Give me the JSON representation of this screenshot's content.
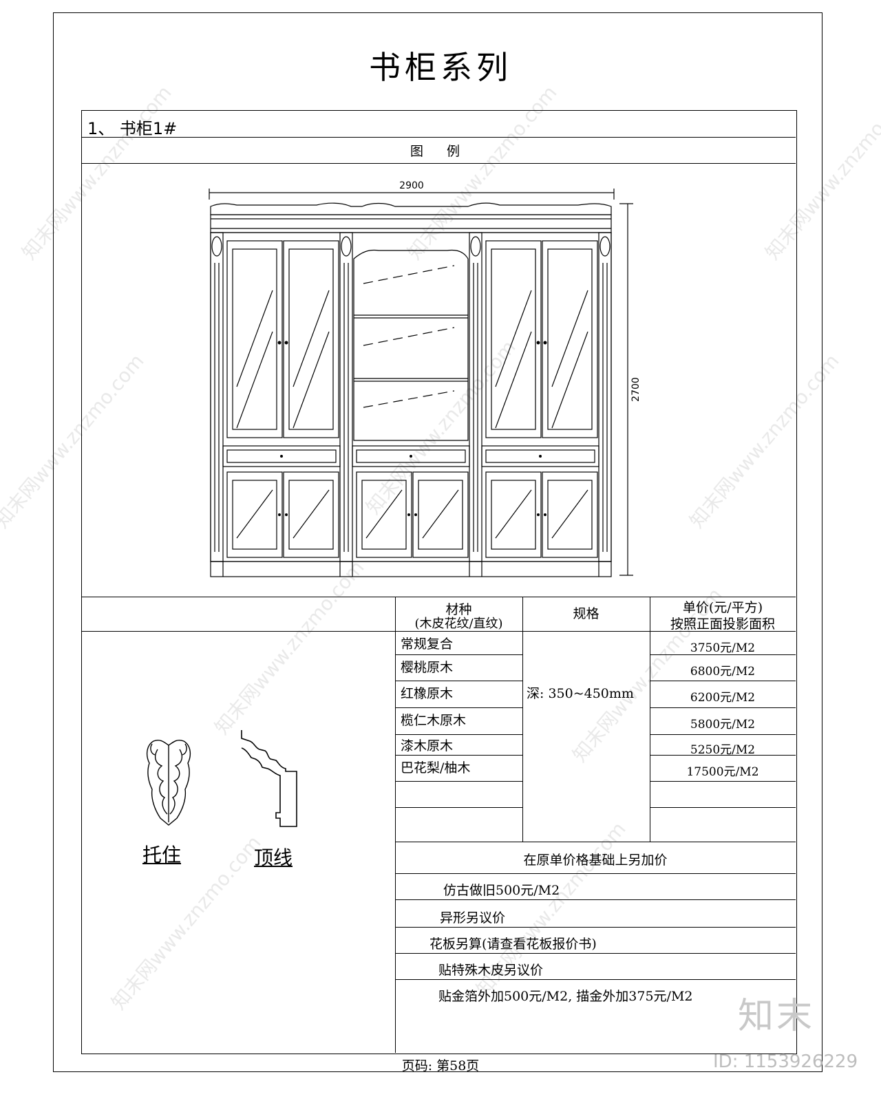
{
  "document": {
    "title": "书柜系列",
    "item_label": "1、 书柜1#",
    "legend_label": "图 例",
    "dimensions": {
      "width": "2900",
      "height": "2700"
    },
    "table": {
      "headers": {
        "material": "材种",
        "material_sub": "(木皮花纹/直纹)",
        "spec": "规格",
        "price": "单价(元/平方)",
        "price_sub": "按照正面投影面积"
      },
      "rows": [
        {
          "material": "常规复合",
          "price": "3750元/M2"
        },
        {
          "material": "樱桃原木",
          "price": "6800元/M2"
        },
        {
          "material": "红橡原木",
          "price": "6200元/M2"
        },
        {
          "material": "榄仁木原木",
          "price": "5800元/M2"
        },
        {
          "material": "漆木原木",
          "price": "5250元/M2"
        },
        {
          "material": "巴花梨/柚木",
          "price": "17500元/M2"
        }
      ],
      "spec_value": "深: 350~450mm"
    },
    "parts": {
      "bracket": "托住",
      "crown": "顶线"
    },
    "extras": {
      "heading": "在原单价格基础上另加价",
      "items": [
        "仿古做旧500元/M2",
        "异形另议价",
        "花板另算(请查看花板报价书)",
        "贴特殊木皮另议价",
        "贴金箔外加500元/M2, 描金外加375元/M2"
      ]
    },
    "footer": "页码: 第58页"
  },
  "watermark": {
    "brand": "知末",
    "id": "ID: 1153926229",
    "site": "知末网www.znzmo.com"
  }
}
